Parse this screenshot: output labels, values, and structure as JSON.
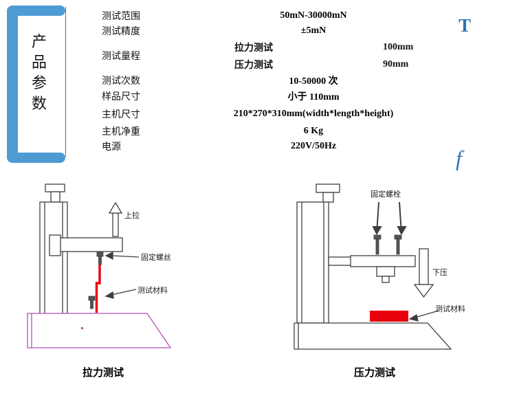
{
  "side_label": {
    "chars": [
      "产",
      "品",
      "参",
      "数"
    ]
  },
  "watermark": {
    "top_glyph": "T",
    "bottom_glyph": "f",
    "color": "#2e74b5"
  },
  "spec_table": {
    "rows": [
      {
        "label": "测试范围",
        "value": "50mN-30000mN"
      },
      {
        "label": "测试精度",
        "value": "±5mN"
      },
      {
        "label": "测试量程"
      },
      {
        "label": "测试次数",
        "value": "10-50000 次"
      },
      {
        "label": "样品尺寸",
        "value": "小于 110mm"
      },
      {
        "label": "主机尺寸",
        "value": "210*270*310mm(width*length*height)"
      },
      {
        "label": "主机净重",
        "value": "6 Kg"
      },
      {
        "label": "电源",
        "value": "220V/50Hz"
      }
    ],
    "range_sub": [
      {
        "name": "拉力测试",
        "value": "100mm"
      },
      {
        "name": "压力测试",
        "value": "90mm"
      }
    ]
  },
  "diagrams": {
    "tension": {
      "caption": "拉力测试",
      "label_pull_up": "上拉",
      "label_fixing_screw": "固定螺丝",
      "label_test_material": "测试材料"
    },
    "compression": {
      "caption": "压力测试",
      "label_fixing_bolt": "固定螺栓",
      "label_press_down": "下压",
      "label_test_material": "测试材料"
    }
  },
  "colors": {
    "bracket_blue": "#4e9bd4",
    "watermark_blue": "#2e74b5",
    "material_red": "#e8000b",
    "base_purple": "#b44eb4",
    "line_dark": "#3f3f3f"
  }
}
